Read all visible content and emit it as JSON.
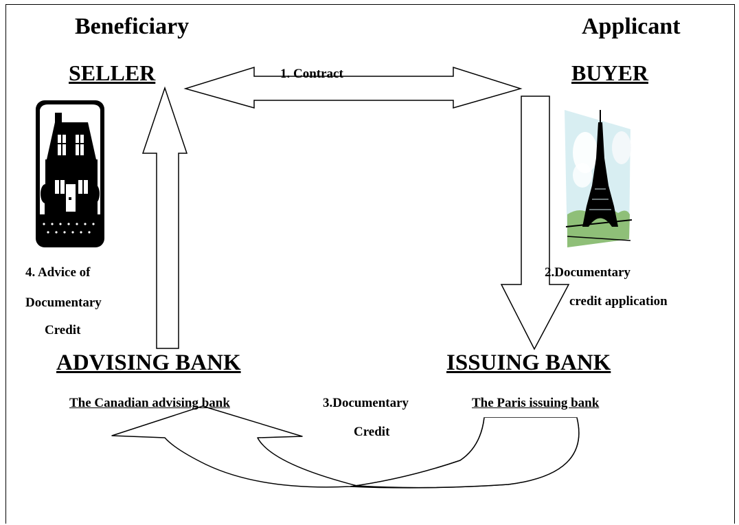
{
  "roles": {
    "beneficiary": "Beneficiary",
    "applicant": "Applicant"
  },
  "parties": {
    "seller": "SELLER",
    "buyer": "BUYER"
  },
  "banks": {
    "advising": {
      "title": "ADVISING BANK",
      "subtitle": "The Canadian advising bank"
    },
    "issuing": {
      "title": "ISSUING BANK",
      "subtitle": "The Paris issuing bank"
    }
  },
  "steps": {
    "contract": "1.   Contract",
    "application_line1": "2.Documentary",
    "application_line2": "credit application",
    "credit_line1": "3.Documentary",
    "credit_line2": "Credit",
    "advice_line1": "4. Advice of",
    "advice_line2": "Documentary",
    "advice_line3": "Credit"
  },
  "icons": {
    "seller": "house-icon",
    "buyer": "eiffel-tower-icon"
  },
  "colors": {
    "curve_shade": "#d4d4d4"
  }
}
